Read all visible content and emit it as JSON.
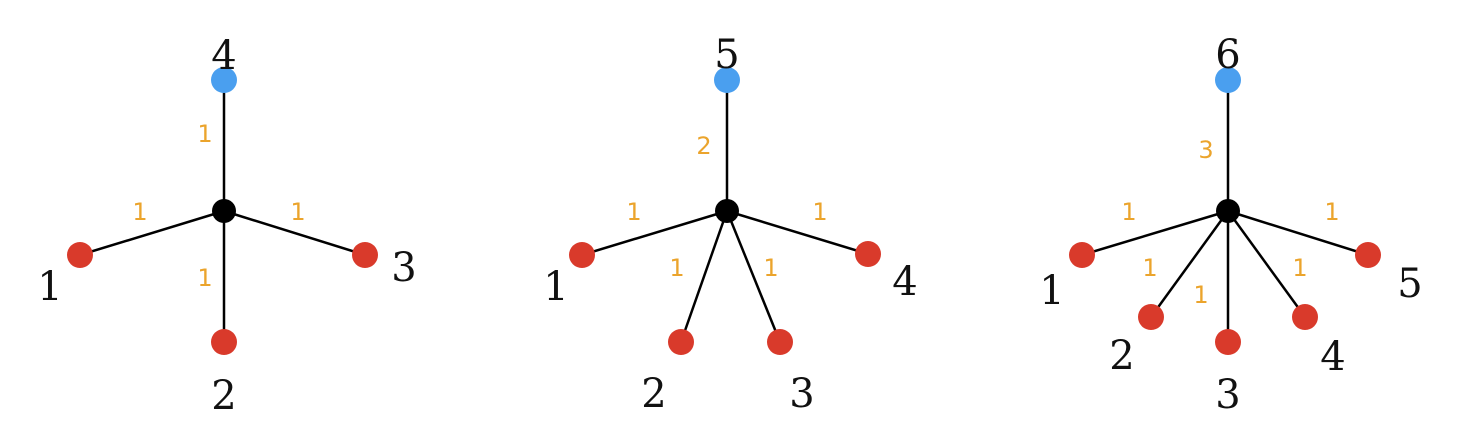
{
  "colors": {
    "root": "#4a9fef",
    "leaf": "#d93a2b",
    "center": "#000000",
    "edge_weight": "#eba42c"
  },
  "diagrams": [
    {
      "top": {
        "label": "4"
      },
      "top_weight": "1",
      "leaves": [
        {
          "label": "1",
          "weight": "1"
        },
        {
          "label": "2",
          "weight": "1"
        },
        {
          "label": "3",
          "weight": "1"
        }
      ]
    },
    {
      "top": {
        "label": "5"
      },
      "top_weight": "2",
      "leaves": [
        {
          "label": "1",
          "weight": "1"
        },
        {
          "label": "2",
          "weight": "1"
        },
        {
          "label": "3",
          "weight": "1"
        },
        {
          "label": "4",
          "weight": "1"
        }
      ]
    },
    {
      "top": {
        "label": "6"
      },
      "top_weight": "3",
      "leaves": [
        {
          "label": "1",
          "weight": "1"
        },
        {
          "label": "2",
          "weight": "1"
        },
        {
          "label": "3",
          "weight": "1"
        },
        {
          "label": "4",
          "weight": "1"
        },
        {
          "label": "5",
          "weight": "1"
        }
      ]
    }
  ]
}
